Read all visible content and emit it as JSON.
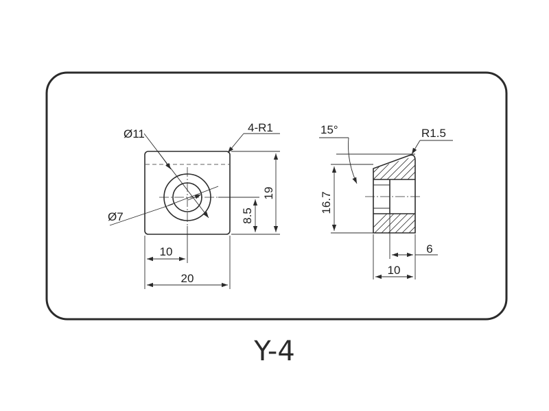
{
  "front_view": {
    "outer_diameter": "Ø11",
    "inner_diameter": "Ø7",
    "corner_radius": "4-R1",
    "height": "19",
    "hole_center_height": "8.5",
    "hole_center_offset": "10",
    "width": "20"
  },
  "side_view": {
    "angle": "15°",
    "top_radius": "R1.5",
    "height": "16.7",
    "bore_width": "6",
    "depth": "10"
  },
  "title": "Y-4"
}
